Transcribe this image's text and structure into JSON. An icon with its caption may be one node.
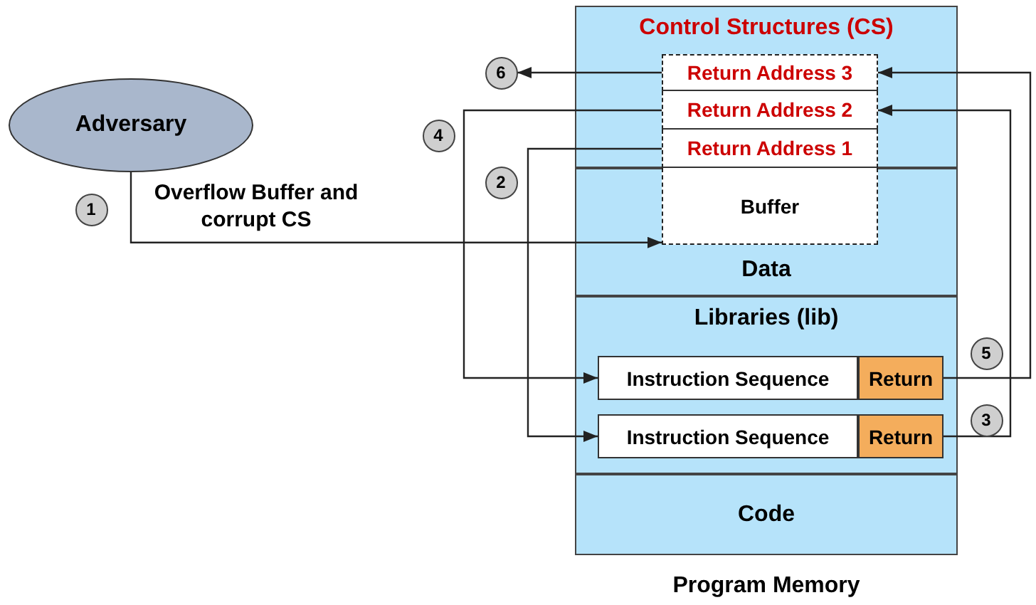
{
  "diagram": {
    "nodes": [
      {
        "text": [
          "Adversary"
        ]
      },
      {
        "text": [
          "6"
        ]
      },
      {
        "text": [
          "Control Structures (CS)"
        ]
      },
      {
        "text": [
          "Return Address 3"
        ],
        "in": 2
      },
      {
        "text": [
          "Return Address 2"
        ],
        "in": 2
      },
      {
        "text": [
          "Return Address 1"
        ],
        "in": 2
      },
      {
        "text": [
          "Data"
        ]
      },
      {
        "text": [
          "Buffer"
        ],
        "in": 6
      },
      {
        "text": [
          "Libraries (lib)"
        ]
      },
      {
        "text": [
          "Instruction Sequence"
        ],
        "in": 8
      },
      {
        "text": [
          "Return"
        ],
        "in": 8
      },
      {
        "text": [
          "Instruction Sequence"
        ],
        "in": 8
      },
      {
        "text": [
          "Return"
        ],
        "in": 8
      },
      {
        "text": [
          "Code"
        ]
      },
      {
        "text": [
          "4"
        ]
      },
      {
        "text": [
          "2"
        ]
      },
      {
        "text": [
          "1"
        ]
      },
      {
        "text": [
          "5"
        ]
      },
      {
        "text": [
          "3"
        ]
      }
    ],
    "edges": [
      {
        "from": 0,
        "to": 7,
        "arrow": "to",
        "label": "Overflow Buffer and corrupt CS"
      },
      {
        "from": 5,
        "to": 11,
        "arrow": "to"
      },
      {
        "from": 12,
        "to": 4,
        "arrow": "to"
      },
      {
        "from": 4,
        "to": 9,
        "arrow": "to"
      },
      {
        "from": 10,
        "to": 3,
        "arrow": "to"
      },
      {
        "from": 3,
        "to": 1,
        "arrow": "to"
      }
    ],
    "labels": [
      "Program Memory"
    ]
  }
}
